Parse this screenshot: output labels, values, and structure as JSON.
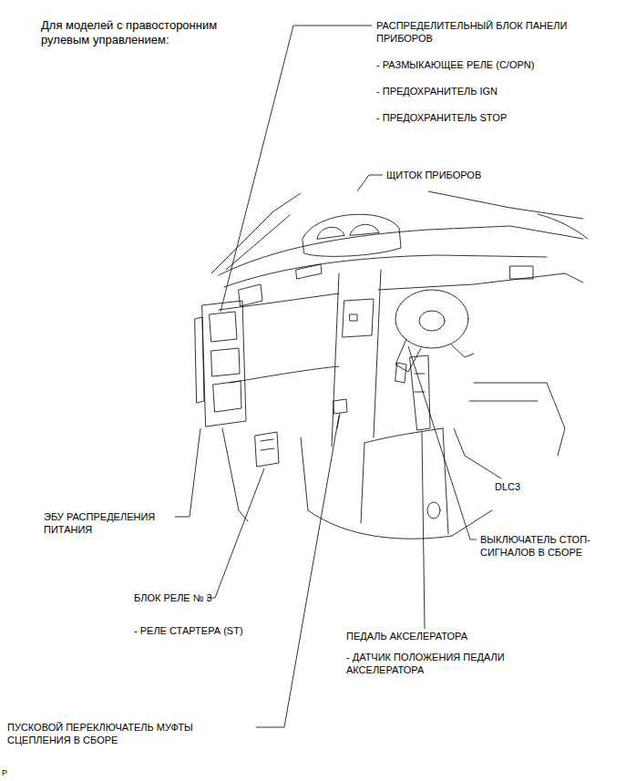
{
  "diagram": {
    "title": "Для моделей с правосторонним рулевым управлением:",
    "labels": [
      "РАСПРЕДЕЛИТЕЛЬНЫЙ БЛОК ПАНЕЛИ ПРИБОРОВ",
      "- РАЗМЫКАЮЩЕЕ РЕЛЕ (C/OPN)",
      "- ПРЕДОХРАНИТЕЛЬ IGN",
      "- ПРЕДОХРАНИТЕЛЬ STOP",
      "ЩИТОК ПРИБОРОВ",
      "ЭБУ РАСПРЕДЕЛЕНИЯ ПИТАНИЯ",
      "DLC3",
      "ВЫКЛЮЧАТЕЛЬ СТОП-СИГНАЛОВ В СБОРЕ",
      "БЛОК РЕЛЕ № 3",
      "- РЕЛЕ СТАРТЕРА (ST)",
      "ПЕДАЛЬ АКСЕЛЕРАТОРА",
      "- ДАТЧИК ПОЛОЖЕНИЯ ПЕДАЛИ АКСЕЛЕРАТОРА",
      "ПУСКОВОЙ ПЕРЕКЛЮЧАТЕЛЬ МУФТЫ СЦЕПЛЕНИЯ В СБОРЕ",
      "P"
    ]
  }
}
